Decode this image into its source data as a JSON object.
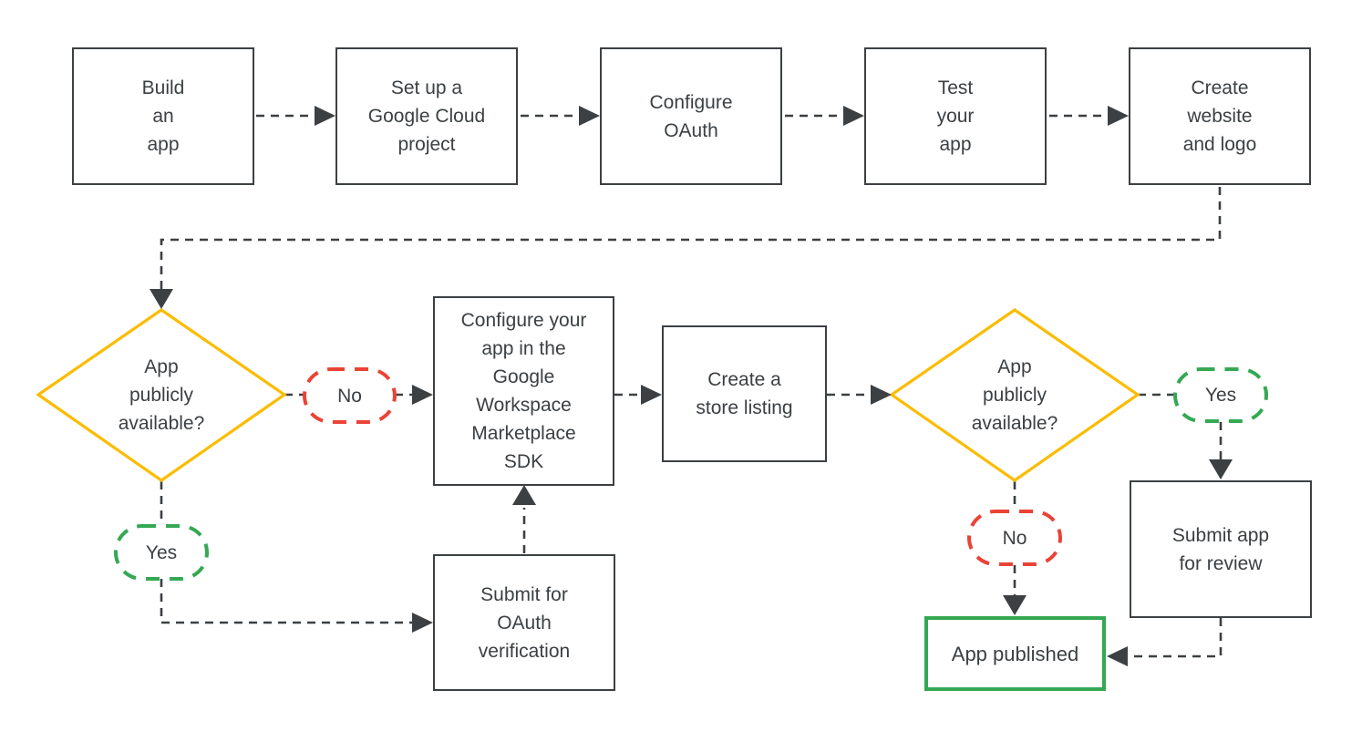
{
  "title": "App publishing flowchart",
  "colors": {
    "background": "#ffffff",
    "line": "#3c4043",
    "text": "#3c4043",
    "yellow": "#FBBC04",
    "green": "#34A853",
    "red": "#EA4335"
  },
  "nodes": {
    "build": {
      "label": [
        "Build",
        "an",
        "app"
      ]
    },
    "setup": {
      "label": [
        "Set up a",
        "Google Cloud",
        "project"
      ]
    },
    "oauth": {
      "label": [
        "Configure",
        "OAuth"
      ]
    },
    "test": {
      "label": [
        "Test",
        "your",
        "app"
      ]
    },
    "website": {
      "label": [
        "Create",
        "website",
        "and logo"
      ]
    },
    "decision1": {
      "label": [
        "App",
        "publicly",
        "available?"
      ]
    },
    "no1": {
      "label": "No"
    },
    "yes1": {
      "label": "Yes"
    },
    "sdk": {
      "label": [
        "Configure your",
        "app in the",
        "Google",
        "Workspace",
        "Marketplace",
        "SDK"
      ]
    },
    "store": {
      "label": [
        "Create a",
        "store listing"
      ]
    },
    "decision2": {
      "label": [
        "App",
        "publicly",
        "available?"
      ]
    },
    "yes2": {
      "label": "Yes"
    },
    "no2": {
      "label": "No"
    },
    "submit_oauth": {
      "label": [
        "Submit for",
        "OAuth",
        "verification"
      ]
    },
    "submit_review": {
      "label": [
        "Submit app",
        "for review"
      ]
    },
    "published": {
      "label": "App published"
    }
  }
}
